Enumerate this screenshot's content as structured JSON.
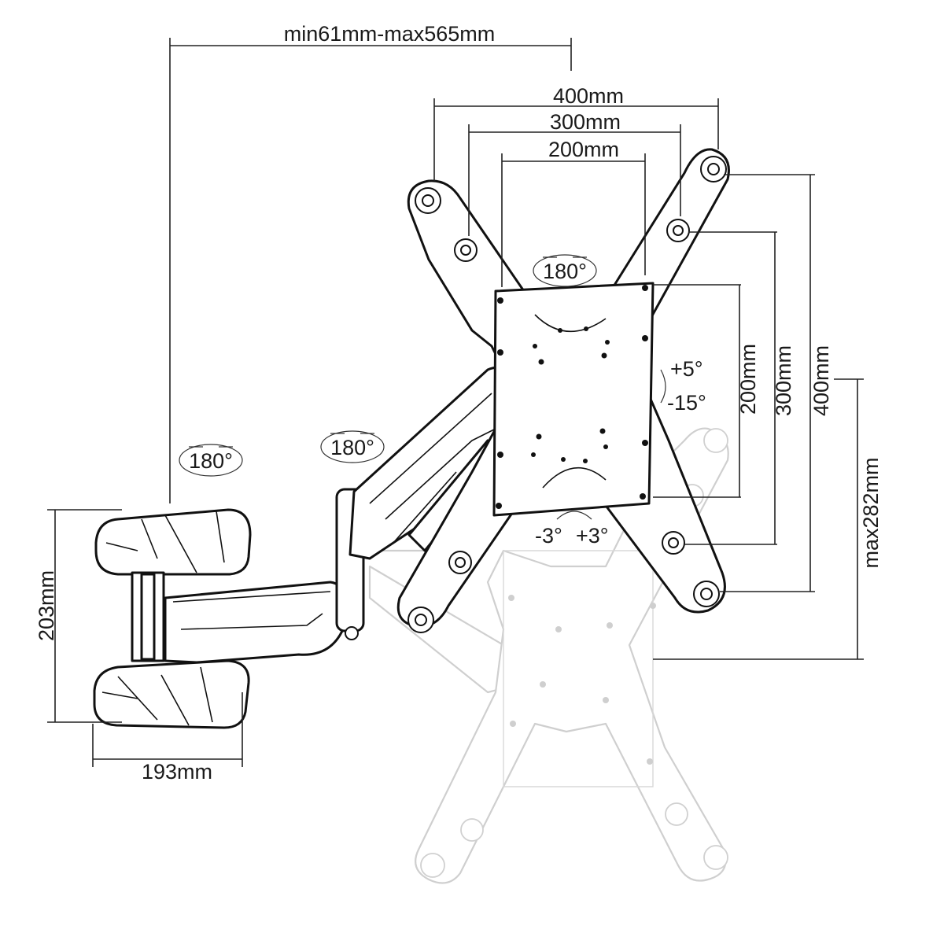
{
  "dimensions": {
    "arm_extension": "min61mm-max565mm",
    "vesa_width_400": "400mm",
    "vesa_width_300": "300mm",
    "vesa_width_200": "200mm",
    "vesa_height_200": "200mm",
    "vesa_height_300": "300mm",
    "vesa_height_400": "400mm",
    "wall_plate_height": "203mm",
    "wall_plate_width": "193mm",
    "vertical_adjust": "max282mm"
  },
  "angles": {
    "wall_swivel": "180°",
    "arm_swivel": "180°",
    "head_rotation": "180°",
    "tilt_up": "+5°",
    "tilt_down": "-15°",
    "level_left": "-3°",
    "level_right": "+3°"
  }
}
